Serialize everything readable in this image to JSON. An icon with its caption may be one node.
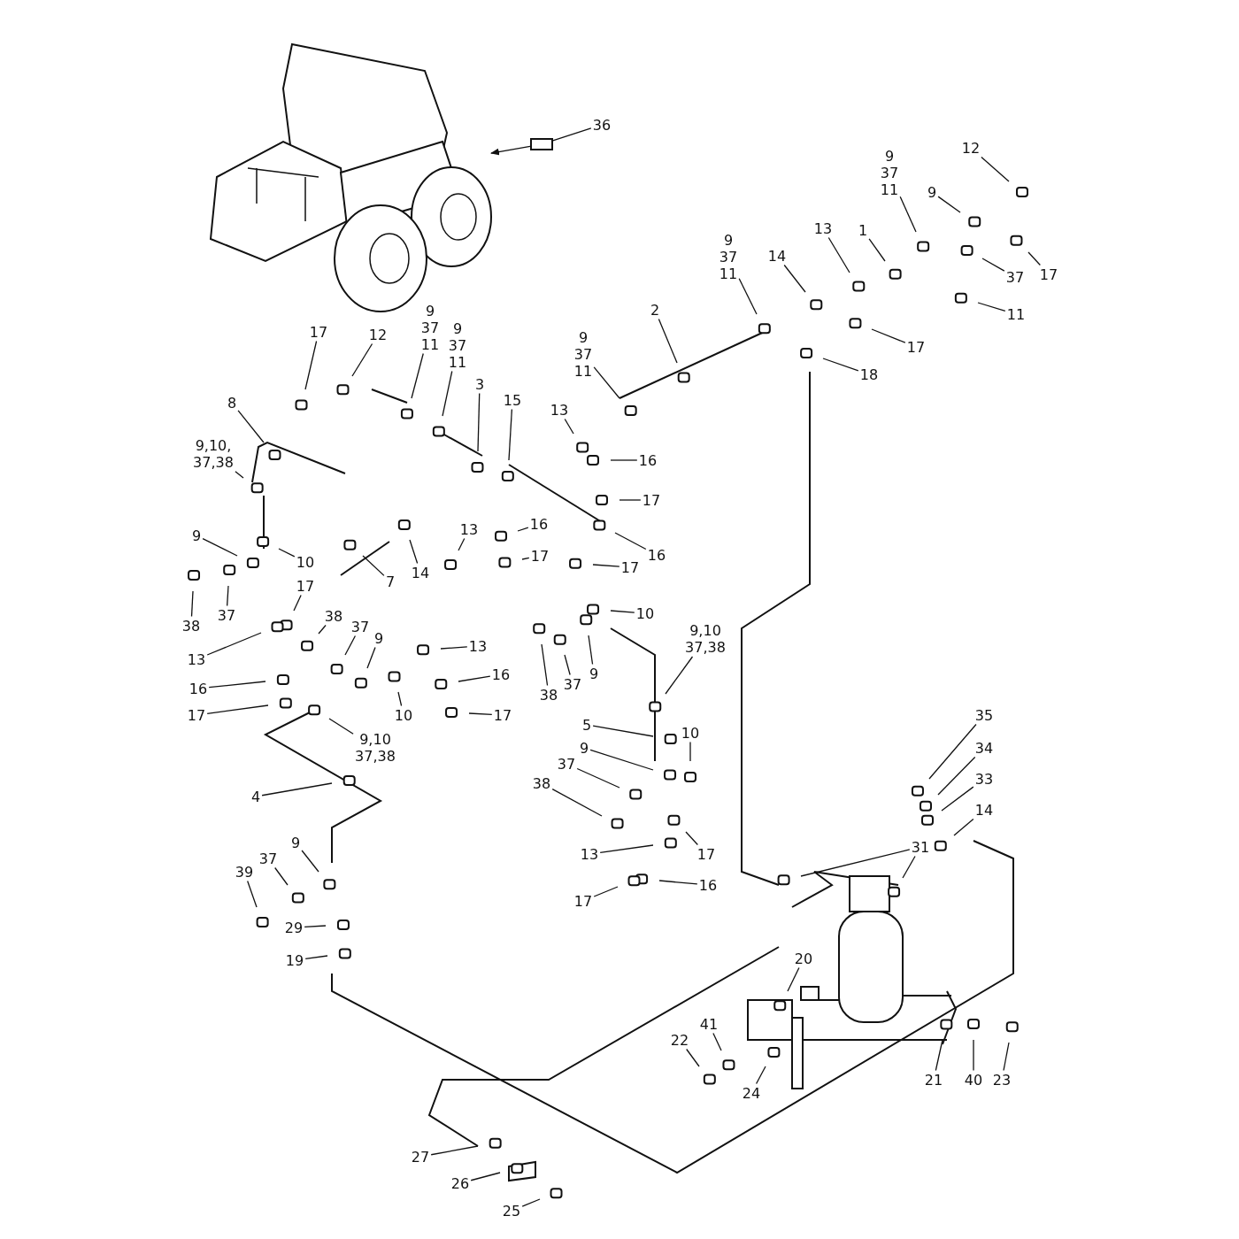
{
  "diagram": {
    "nodes": [
      {
        "text": [],
        "shape": "picture"
      },
      {
        "text": [
          "36"
        ]
      },
      {
        "text": [],
        "shape": "box"
      },
      {
        "text": [
          "12"
        ]
      },
      {
        "text": [
          "9 37 11"
        ]
      },
      {
        "text": [
          "9"
        ]
      },
      {
        "text": [
          "1"
        ]
      },
      {
        "text": [
          "13"
        ]
      },
      {
        "text": [
          "14"
        ]
      },
      {
        "text": [
          "9 37 11"
        ]
      },
      {
        "text": [
          "17"
        ]
      },
      {
        "text": [
          "37"
        ]
      },
      {
        "text": [
          "11"
        ]
      },
      {
        "text": [
          "2"
        ]
      },
      {
        "text": [
          "17"
        ]
      },
      {
        "text": [
          "9 37 11"
        ]
      },
      {
        "text": [
          "17"
        ]
      },
      {
        "text": [
          "12"
        ]
      },
      {
        "text": [
          "9 37 11"
        ]
      },
      {
        "text": [
          "9 37 11"
        ]
      },
      {
        "text": [
          "18"
        ]
      },
      {
        "text": [
          "3"
        ]
      },
      {
        "text": [
          "15"
        ]
      },
      {
        "text": [
          "8"
        ]
      },
      {
        "text": [
          "13"
        ]
      },
      {
        "text": [
          "9,10, 37,38"
        ]
      },
      {
        "text": [
          "16"
        ]
      },
      {
        "text": [
          "17"
        ]
      },
      {
        "text": [
          "16"
        ]
      },
      {
        "text": [
          "13"
        ]
      },
      {
        "text": [
          "9"
        ]
      },
      {
        "text": [
          "16"
        ]
      },
      {
        "text": [
          "17"
        ]
      },
      {
        "text": [
          "10"
        ]
      },
      {
        "text": [
          "17"
        ]
      },
      {
        "text": [
          "14"
        ]
      },
      {
        "text": [
          "7"
        ]
      },
      {
        "text": [
          "17"
        ]
      },
      {
        "text": [
          "10"
        ]
      },
      {
        "text": [
          "37"
        ]
      },
      {
        "text": [
          "38"
        ]
      },
      {
        "text": [
          "38"
        ]
      },
      {
        "text": [
          "37"
        ]
      },
      {
        "text": [
          "9,10 37,38"
        ]
      },
      {
        "text": [
          "9"
        ]
      },
      {
        "text": [
          "13"
        ]
      },
      {
        "text": [
          "13"
        ]
      },
      {
        "text": [
          "9"
        ]
      },
      {
        "text": [
          "16"
        ]
      },
      {
        "text": [
          "37"
        ]
      },
      {
        "text": [
          "16"
        ]
      },
      {
        "text": [
          "38"
        ]
      },
      {
        "text": [
          "17"
        ]
      },
      {
        "text": [
          "10"
        ]
      },
      {
        "text": [
          "17"
        ]
      },
      {
        "text": [
          "5"
        ]
      },
      {
        "text": [
          "10"
        ]
      },
      {
        "text": [
          "9,10 37,38"
        ]
      },
      {
        "text": [
          "9"
        ]
      },
      {
        "text": [
          "37"
        ]
      },
      {
        "text": [
          "38"
        ]
      },
      {
        "text": [
          "4"
        ]
      },
      {
        "text": [
          "35"
        ]
      },
      {
        "text": [
          "34"
        ]
      },
      {
        "text": [
          "33"
        ]
      },
      {
        "text": [
          "14"
        ]
      },
      {
        "text": [
          "9"
        ]
      },
      {
        "text": [
          "31"
        ]
      },
      {
        "text": [
          "13"
        ]
      },
      {
        "text": [
          "17"
        ]
      },
      {
        "text": [
          "37"
        ]
      },
      {
        "text": [
          "39"
        ]
      },
      {
        "text": [
          "16"
        ]
      },
      {
        "text": [
          "17"
        ]
      },
      {
        "text": [
          "29"
        ]
      },
      {
        "text": [
          "20"
        ]
      },
      {
        "text": [
          "19"
        ]
      },
      {
        "text": [
          "41"
        ]
      },
      {
        "text": [
          "22"
        ]
      },
      {
        "text": [
          "21"
        ]
      },
      {
        "text": [
          "40"
        ]
      },
      {
        "text": [
          "23"
        ]
      },
      {
        "text": [
          "24"
        ]
      },
      {
        "text": [
          "27"
        ]
      },
      {
        "text": [
          "26"
        ]
      },
      {
        "text": [
          "25"
        ]
      }
    ],
    "edges": [
      {
        "from": 1,
        "to": 2,
        "arrow": "none"
      },
      {
        "from": 2,
        "to": 0,
        "arrow": "to"
      },
      {
        "from": 3,
        "to": null,
        "arrow": "none"
      },
      {
        "from": 4,
        "to": null,
        "arrow": "none"
      },
      {
        "from": 5,
        "to": null,
        "arrow": "none"
      },
      {
        "from": 6,
        "to": null,
        "arrow": "none"
      },
      {
        "from": 7,
        "to": null,
        "arrow": "none"
      },
      {
        "from": 8,
        "to": null,
        "arrow": "none"
      },
      {
        "from": 9,
        "to": null,
        "arrow": "none"
      },
      {
        "from": 10,
        "to": null,
        "arrow": "none"
      },
      {
        "from": 11,
        "to": null,
        "arrow": "none"
      },
      {
        "from": 12,
        "to": null,
        "arrow": "none"
      },
      {
        "from": 13,
        "to": null,
        "arrow": "none"
      },
      {
        "from": 14,
        "to": null,
        "arrow": "none"
      },
      {
        "from": 15,
        "to": null,
        "arrow": "none"
      },
      {
        "from": 16,
        "to": null,
        "arrow": "none"
      },
      {
        "from": 17,
        "to": null,
        "arrow": "none"
      },
      {
        "from": 18,
        "to": null,
        "arrow": "none"
      },
      {
        "from": 19,
        "to": null,
        "arrow": "none"
      },
      {
        "from": 20,
        "to": null,
        "arrow": "none"
      },
      {
        "from": 21,
        "to": null,
        "arrow": "none"
      },
      {
        "from": 22,
        "to": null,
        "arrow": "none"
      },
      {
        "from": 23,
        "to": null,
        "arrow": "none"
      },
      {
        "from": 24,
        "to": null,
        "arrow": "none"
      },
      {
        "from": 25,
        "to": null,
        "arrow": "none"
      },
      {
        "from": 26,
        "to": null,
        "arrow": "none"
      },
      {
        "from": 27,
        "to": null,
        "arrow": "none"
      },
      {
        "from": 28,
        "to": null,
        "arrow": "none"
      },
      {
        "from": 29,
        "to": null,
        "arrow": "none"
      },
      {
        "from": 30,
        "to": null,
        "arrow": "none"
      },
      {
        "from": 31,
        "to": null,
        "arrow": "none"
      },
      {
        "from": 32,
        "to": null,
        "arrow": "none"
      },
      {
        "from": 33,
        "to": null,
        "arrow": "none"
      },
      {
        "from": 34,
        "to": null,
        "arrow": "none"
      },
      {
        "from": 35,
        "to": null,
        "arrow": "none"
      },
      {
        "from": 36,
        "to": null,
        "arrow": "none"
      },
      {
        "from": 37,
        "to": null,
        "arrow": "none"
      },
      {
        "from": 38,
        "to": null,
        "arrow": "none"
      },
      {
        "from": 39,
        "to": null,
        "arrow": "none"
      },
      {
        "from": 40,
        "to": null,
        "arrow": "none"
      },
      {
        "from": 41,
        "to": null,
        "arrow": "none"
      },
      {
        "from": 42,
        "to": null,
        "arrow": "none"
      },
      {
        "from": 43,
        "to": null,
        "arrow": "none"
      },
      {
        "from": 44,
        "to": null,
        "arrow": "none"
      },
      {
        "from": 45,
        "to": null,
        "arrow": "none"
      },
      {
        "from": 46,
        "to": null,
        "arrow": "none"
      },
      {
        "from": 47,
        "to": null,
        "arrow": "none"
      },
      {
        "from": 48,
        "to": null,
        "arrow": "none"
      },
      {
        "from": 49,
        "to": null,
        "arrow": "none"
      },
      {
        "from": 50,
        "to": null,
        "arrow": "none"
      },
      {
        "from": 51,
        "to": null,
        "arrow": "none"
      },
      {
        "from": 52,
        "to": null,
        "arrow": "none"
      },
      {
        "from": 53,
        "to": null,
        "arrow": "none"
      },
      {
        "from": 54,
        "to": null,
        "arrow": "none"
      },
      {
        "from": 55,
        "to": null,
        "arrow": "none"
      },
      {
        "from": 56,
        "to": null,
        "arrow": "none"
      },
      {
        "from": 57,
        "to": null,
        "arrow": "none"
      },
      {
        "from": 58,
        "to": null,
        "arrow": "none"
      },
      {
        "from": 59,
        "to": null,
        "arrow": "none"
      },
      {
        "from": 60,
        "to": null,
        "arrow": "none"
      },
      {
        "from": 61,
        "to": null,
        "arrow": "none"
      },
      {
        "from": 62,
        "to": null,
        "arrow": "none"
      },
      {
        "from": 63,
        "to": null,
        "arrow": "none"
      },
      {
        "from": 64,
        "to": null,
        "arrow": "none"
      },
      {
        "from": 65,
        "to": null,
        "arrow": "none"
      },
      {
        "from": 66,
        "to": null,
        "arrow": "none"
      },
      {
        "from": 67,
        "to": null,
        "arrow": "none"
      },
      {
        "from": 67,
        "to": null,
        "arrow": "none"
      },
      {
        "from": 68,
        "to": null,
        "arrow": "none"
      },
      {
        "from": 69,
        "to": null,
        "arrow": "none"
      },
      {
        "from": 70,
        "to": null,
        "arrow": "none"
      },
      {
        "from": 71,
        "to": null,
        "arrow": "none"
      },
      {
        "from": 72,
        "to": null,
        "arrow": "none"
      },
      {
        "from": 73,
        "to": null,
        "arrow": "none"
      },
      {
        "from": 74,
        "to": null,
        "arrow": "none"
      },
      {
        "from": 75,
        "to": null,
        "arrow": "none"
      },
      {
        "from": 76,
        "to": null,
        "arrow": "none"
      },
      {
        "from": 77,
        "to": null,
        "arrow": "none"
      },
      {
        "from": 78,
        "to": null,
        "arrow": "none"
      },
      {
        "from": 79,
        "to": null,
        "arrow": "none"
      },
      {
        "from": 80,
        "to": null,
        "arrow": "none"
      },
      {
        "from": 81,
        "to": null,
        "arrow": "none"
      },
      {
        "from": 82,
        "to": null,
        "arrow": "none"
      },
      {
        "from": 83,
        "to": null,
        "arrow": "none"
      },
      {
        "from": 84,
        "to": null,
        "arrow": "none"
      },
      {
        "from": 85,
        "to": null,
        "arrow": "none"
      }
    ]
  }
}
